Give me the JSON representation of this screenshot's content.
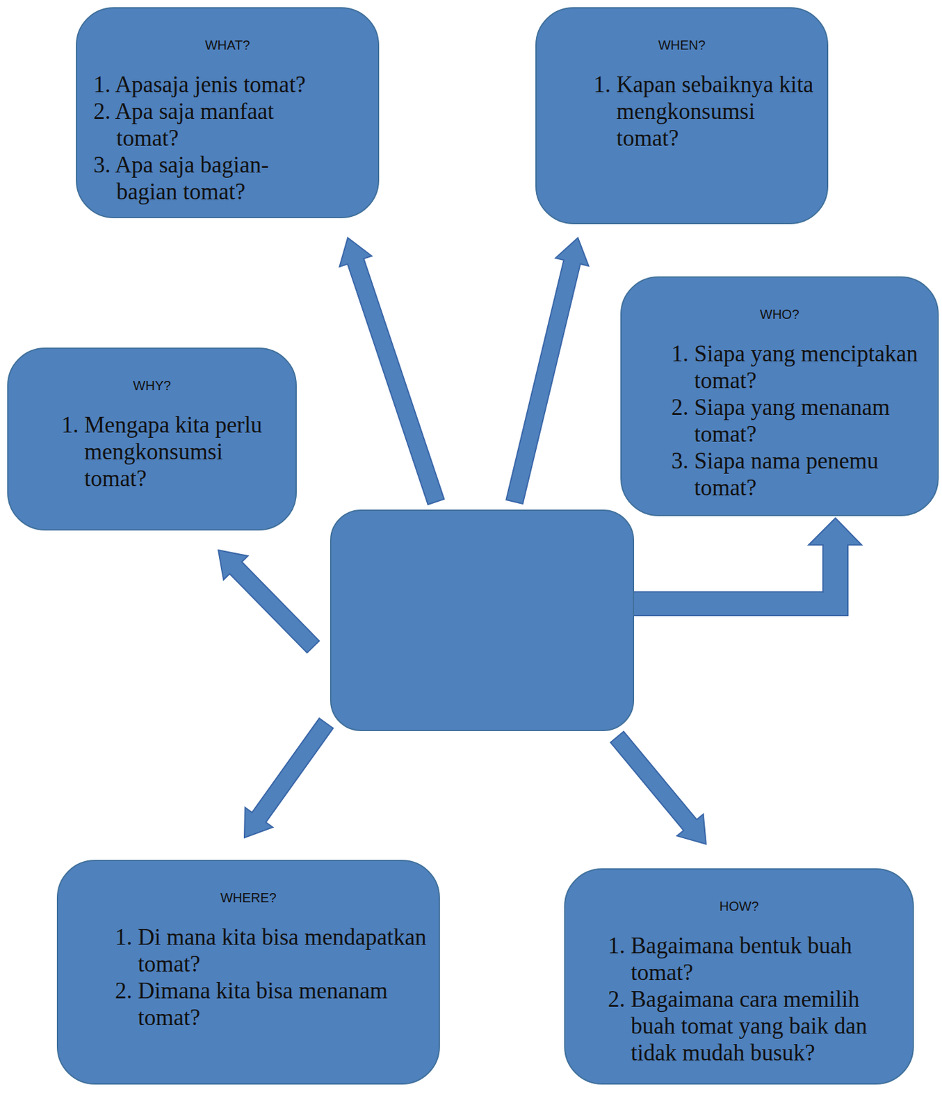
{
  "diagram": {
    "nodes": [
      {
        "text": [
          "WHAT?",
          "1. Apasaja jenis tomat?",
          "2. Apa saja manfaat tomat?",
          "3. Apa saja bagian-bagian tomat?"
        ]
      },
      {
        "text": [
          "WHEN?",
          "1. Kapan sebaiknya kita mengkonsumsi tomat?"
        ]
      },
      {
        "text": [
          "WHO?",
          "1. Siapa yang menciptakan tomat?",
          "2. Siapa yang menanam tomat?",
          "3. Siapa nama penemu tomat?"
        ]
      },
      {
        "text": [
          "WHY?",
          "1. Mengapa kita perlu mengkonsumsi tomat?"
        ]
      },
      {
        "text": [
          "WHERE?",
          "1. Di mana kita bisa mendapatkan tomat?",
          "2. Dimana kita bisa menanam tomat?"
        ]
      },
      {
        "text": [
          "HOW?",
          "1. Bagaimana bentuk buah tomat?",
          "2. Bagaimana cara memilih buah tomat yang baik dan tidak mudah busuk?"
        ]
      }
    ]
  }
}
